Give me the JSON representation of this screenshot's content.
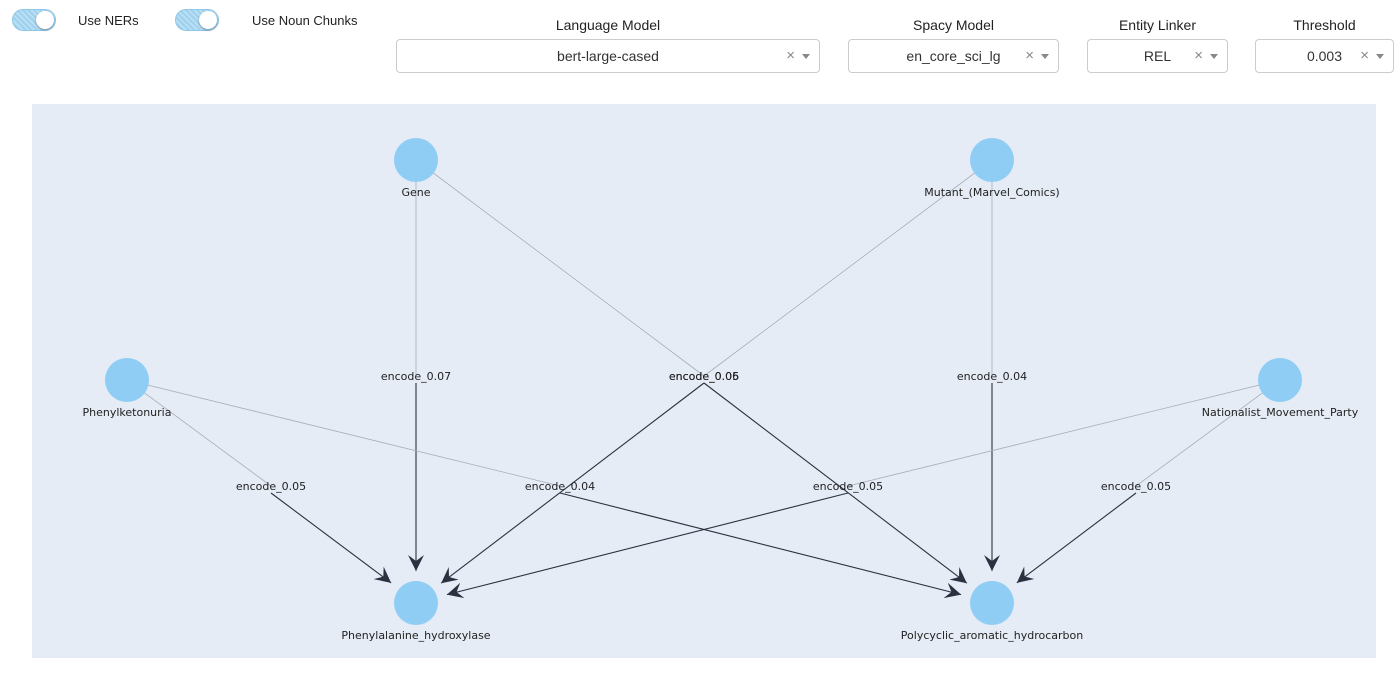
{
  "toggles": [
    {
      "label": "Use NERs",
      "on": true
    },
    {
      "label": "Use Noun Chunks",
      "on": true
    }
  ],
  "dropdowns": {
    "language_model": {
      "label": "Language Model",
      "value": "bert-large-cased"
    },
    "spacy_model": {
      "label": "Spacy Model",
      "value": "en_core_sci_lg"
    },
    "entity_linker": {
      "label": "Entity Linker",
      "value": "REL"
    },
    "threshold": {
      "label": "Threshold",
      "value": "0.003"
    }
  },
  "clear_icon": "×",
  "graph": {
    "colors": {
      "node": "#8fcdf5",
      "edge": "#2a3140",
      "line": "#a8aeb8",
      "background": "#e5ecf6"
    },
    "nodes": [
      {
        "id": "gene",
        "label": "Gene"
      },
      {
        "id": "mutant",
        "label": "Mutant_(Marvel_Comics)"
      },
      {
        "id": "pku",
        "label": "Phenylketonuria"
      },
      {
        "id": "nmp",
        "label": "Nationalist_Movement_Party"
      },
      {
        "id": "pah",
        "label": "Phenylalanine_hydroxylase"
      },
      {
        "id": "pah2",
        "label": "Polycyclic_aromatic_hydrocarbon"
      }
    ],
    "edges": [
      {
        "from": "gene",
        "to": "pah",
        "label": "encode_0.07"
      },
      {
        "from": "gene",
        "to": "pah2",
        "label": "encode_0.05"
      },
      {
        "from": "mutant",
        "to": "pah",
        "label": "encode_0.06"
      },
      {
        "from": "mutant",
        "to": "pah2",
        "label": "encode_0.04"
      },
      {
        "from": "pku",
        "to": "pah",
        "label": "encode_0.05"
      },
      {
        "from": "pku",
        "to": "pah2",
        "label": "encode_0.04"
      },
      {
        "from": "nmp",
        "to": "pah",
        "label": "encode_0.05"
      },
      {
        "from": "nmp",
        "to": "pah2",
        "label": "encode_0.05"
      }
    ]
  }
}
